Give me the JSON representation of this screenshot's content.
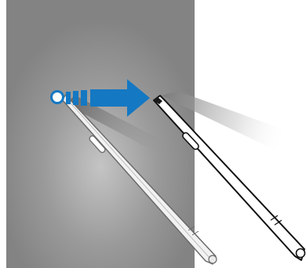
{
  "illustration": {
    "screen_color": "#8c8c8c",
    "screen_glow_color": "#bdbdbd",
    "pen_color_on_screen": "#f2f2f2",
    "pen_outline_on_screen": "#6a6a6a",
    "pen_color_off_screen": "#ffffff",
    "pen_outline_off_screen": "#111111",
    "pen_tip_color": "#1a1a1a",
    "arrow_color": "#1478c3",
    "dot_color": "#ffffff",
    "dot_outline": "#1478c3",
    "shadow_color": "#9a9a9a",
    "icons": [
      "screen-panel",
      "s-pen-on-screen",
      "s-pen-off-screen",
      "arrow-right-icon",
      "hover-point-icon"
    ]
  }
}
